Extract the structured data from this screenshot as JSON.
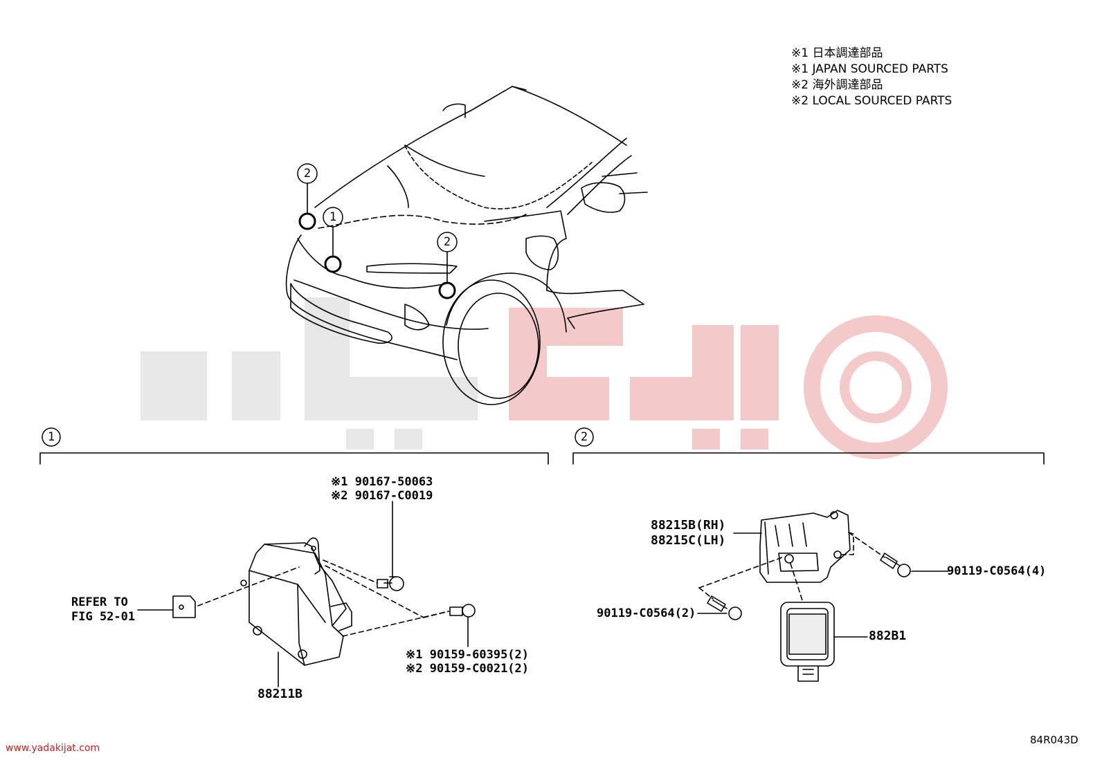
{
  "legend": [
    "※1 日本調達部品",
    "※1 JAPAN SOURCED PARTS",
    "※2 海外調達部品",
    "※2 LOCAL SOURCED PARTS"
  ],
  "callouts": {
    "one": "1",
    "two": "2"
  },
  "group1": {
    "bolt_top_line1": "※1 90167-50063",
    "bolt_top_line2": "※2 90167-C0019",
    "refer_line1": "REFER TO",
    "refer_line2": "FIG 52-01",
    "bolt_right_line1": "※1 90159-60395(2)",
    "bolt_right_line2": "※2 90159-C0021(2)",
    "part_main": "88211B"
  },
  "group2": {
    "sensor_rh": "88215B(RH)",
    "sensor_lh": "88215C(LH)",
    "bolt_right": "90119-C0564(4)",
    "bolt_left": "90119-C0564(2)",
    "cover": "882B1"
  },
  "footer": {
    "url": "www.yadakijat.com",
    "figure_code": "84R043D"
  },
  "colors": {
    "watermark_red": "#f2c6c6",
    "watermark_grey": "#e6e6e6",
    "url_red": "#c81e1e"
  }
}
